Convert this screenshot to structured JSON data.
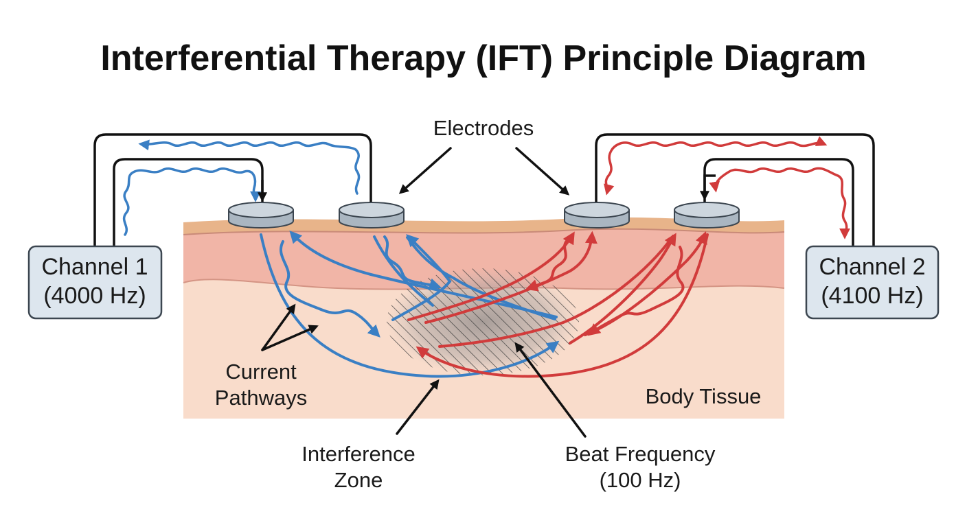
{
  "title": "Interferential Therapy (IFT) Principle Diagram",
  "channel_1": {
    "line1": "Channel 1",
    "line2": "(4000 Hz)"
  },
  "channel_2": {
    "line1": "Channel 2",
    "line2": "(4100 Hz)"
  },
  "labels": {
    "electrodes": "Electrodes",
    "current_pathways_1": "Current",
    "current_pathways_2": "Pathways",
    "body_tissue": "Body Tissue",
    "interference_zone_1": "Interference",
    "interference_zone_2": "Zone",
    "beat_frequency_1": "Beat Frequency",
    "beat_frequency_2": "(100 Hz)"
  },
  "colors": {
    "channel_1_current": "#3a7fc4",
    "channel_2_current": "#d13b3b",
    "skin_layer": "#f0b3a4",
    "tissue": "#f9dccb",
    "box_fill": "#dde6ee",
    "electrode": "#c9d3dc"
  }
}
